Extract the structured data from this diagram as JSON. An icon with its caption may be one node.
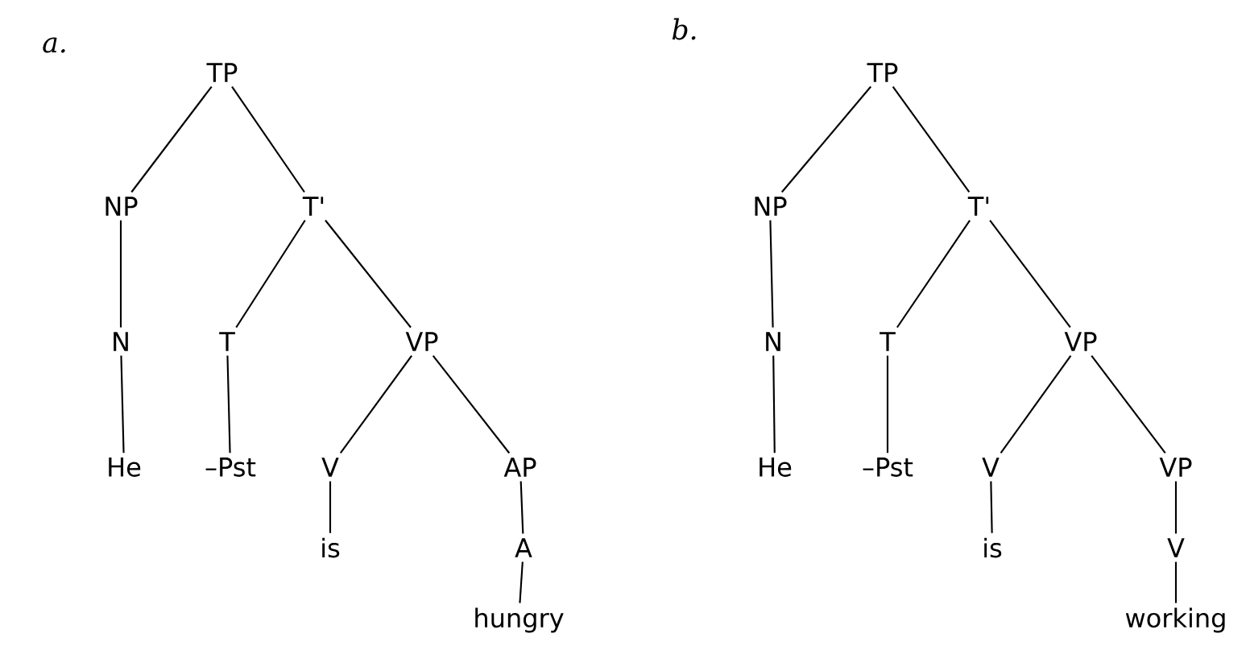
{
  "diagram": {
    "nodes": [
      {
        "text": [
          "TP"
        ]
      },
      {
        "text": [
          "NP"
        ]
      },
      {
        "text": [
          "T'"
        ]
      },
      {
        "text": [
          "N"
        ]
      },
      {
        "text": [
          "T"
        ]
      },
      {
        "text": [
          "VP"
        ]
      },
      {
        "text": [
          "He"
        ]
      },
      {
        "text": [
          "–Pst"
        ]
      },
      {
        "text": [
          "V"
        ]
      },
      {
        "text": [
          "AP"
        ]
      },
      {
        "text": [
          "is"
        ]
      },
      {
        "text": [
          "A"
        ]
      },
      {
        "text": [
          "hungry"
        ]
      },
      {
        "text": [
          "TP"
        ]
      },
      {
        "text": [
          "NP"
        ]
      },
      {
        "text": [
          "T'"
        ]
      },
      {
        "text": [
          "N"
        ]
      },
      {
        "text": [
          "T"
        ]
      },
      {
        "text": [
          "VP"
        ]
      },
      {
        "text": [
          "He"
        ]
      },
      {
        "text": [
          "–Pst"
        ]
      },
      {
        "text": [
          "V"
        ]
      },
      {
        "text": [
          "VP"
        ]
      },
      {
        "text": [
          "is"
        ]
      },
      {
        "text": [
          "V"
        ]
      },
      {
        "text": [
          "working"
        ]
      }
    ],
    "edges": [
      {
        "from": 0,
        "to": 1,
        "arrow": "none"
      },
      {
        "from": 0,
        "to": 2,
        "arrow": "none"
      },
      {
        "from": 1,
        "to": 3,
        "arrow": "none"
      },
      {
        "from": 2,
        "to": 4,
        "arrow": "none"
      },
      {
        "from": 2,
        "to": 5,
        "arrow": "none"
      },
      {
        "from": 3,
        "to": 6,
        "arrow": "none"
      },
      {
        "from": 4,
        "to": 7,
        "arrow": "none"
      },
      {
        "from": 5,
        "to": 8,
        "arrow": "none"
      },
      {
        "from": 5,
        "to": 9,
        "arrow": "none"
      },
      {
        "from": 8,
        "to": 10,
        "arrow": "none"
      },
      {
        "from": 9,
        "to": 11,
        "arrow": "none"
      },
      {
        "from": 11,
        "to": 12,
        "arrow": "none"
      },
      {
        "from": 13,
        "to": 14,
        "arrow": "none"
      },
      {
        "from": 13,
        "to": 15,
        "arrow": "none"
      },
      {
        "from": 14,
        "to": 16,
        "arrow": "none"
      },
      {
        "from": 15,
        "to": 17,
        "arrow": "none"
      },
      {
        "from": 15,
        "to": 18,
        "arrow": "none"
      },
      {
        "from": 16,
        "to": 19,
        "arrow": "none"
      },
      {
        "from": 17,
        "to": 20,
        "arrow": "none"
      },
      {
        "from": 18,
        "to": 21,
        "arrow": "none"
      },
      {
        "from": 18,
        "to": 22,
        "arrow": "none"
      },
      {
        "from": 21,
        "to": 23,
        "arrow": "none"
      },
      {
        "from": 22,
        "to": 24,
        "arrow": "none"
      },
      {
        "from": 24,
        "to": 25,
        "arrow": "none"
      }
    ],
    "labels": [
      "a.",
      "b."
    ]
  }
}
